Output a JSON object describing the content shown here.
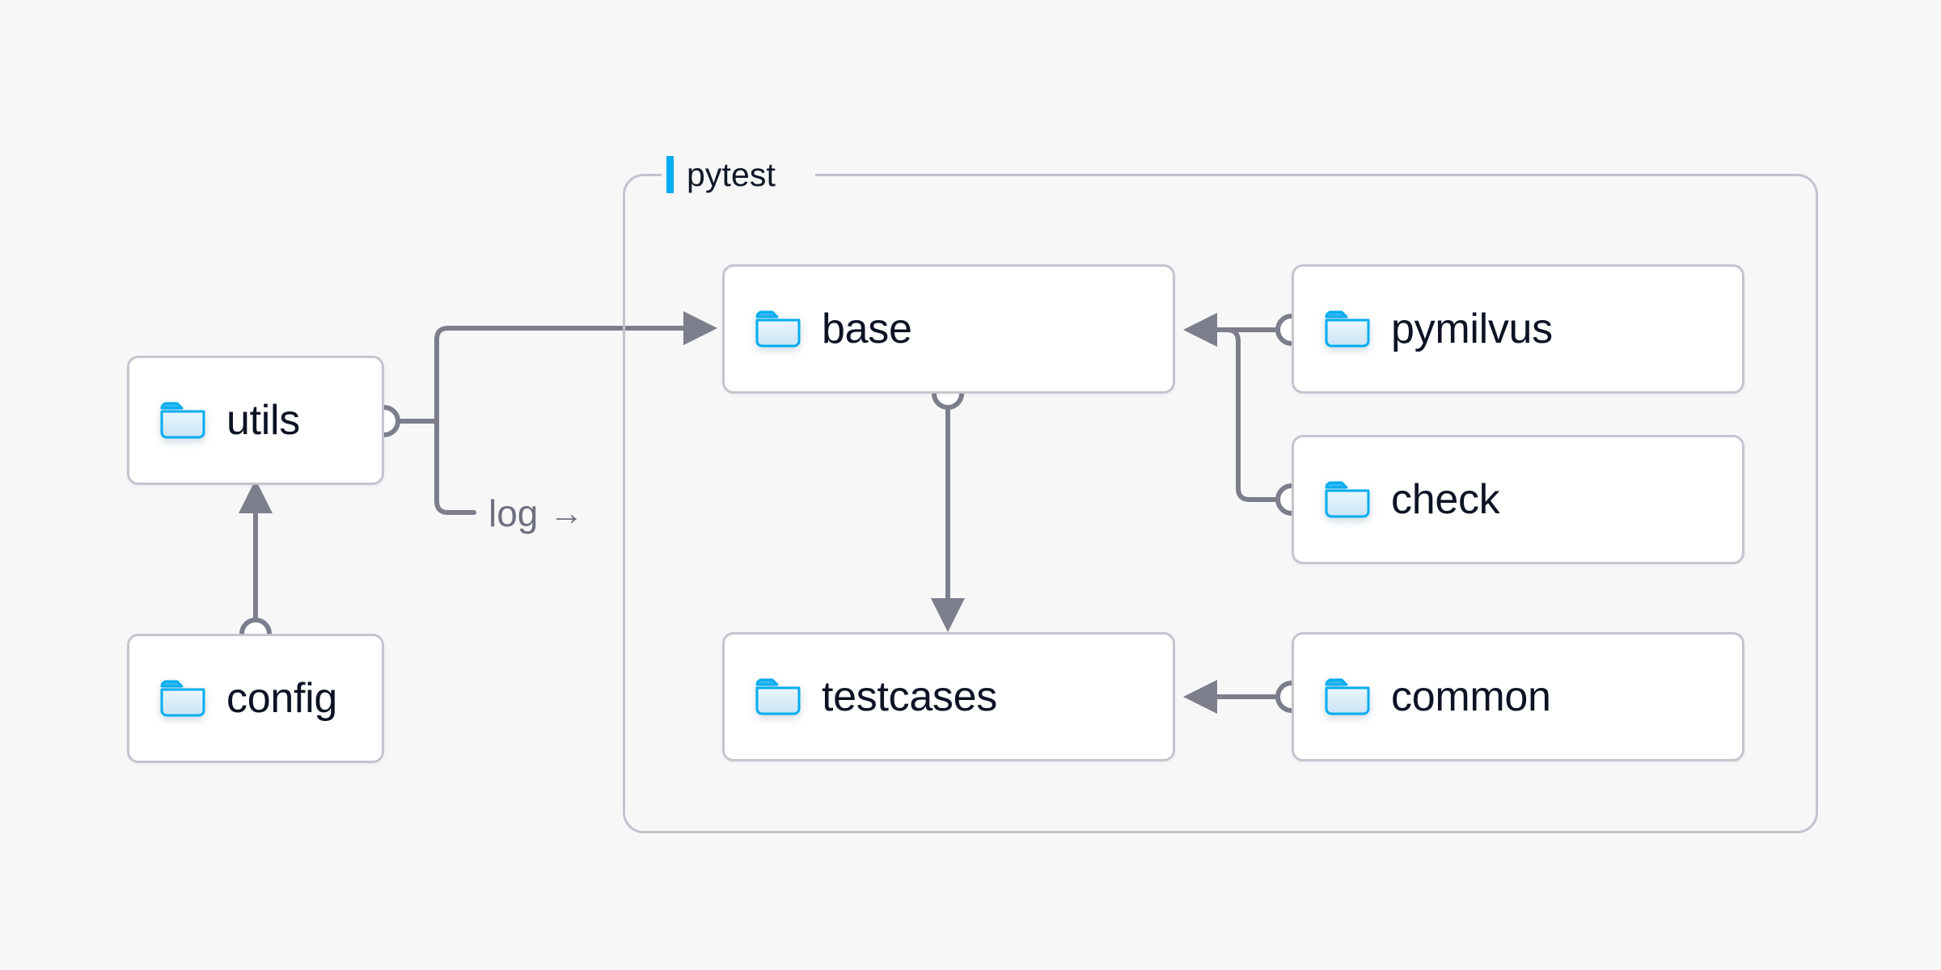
{
  "diagram": {
    "title": "pytest",
    "background_color": "#f7f7f8",
    "accent_color": "#03adef",
    "node_border_color": "#c5c4ce",
    "edge_color": "#7c7e8c",
    "group_border_color": "#c3c2cd",
    "label_color": "#0d1324"
  },
  "group": {
    "label": "pytest",
    "accent_icon": "vertical-accent-bar"
  },
  "nodes": [
    {
      "id": "utils",
      "label": "utils",
      "icon": "folder-icon"
    },
    {
      "id": "config",
      "label": "config",
      "icon": "folder-icon"
    },
    {
      "id": "base",
      "label": "base",
      "icon": "folder-icon"
    },
    {
      "id": "testcases",
      "label": "testcases",
      "icon": "folder-icon"
    },
    {
      "id": "pymilvus",
      "label": "pymilvus",
      "icon": "folder-icon"
    },
    {
      "id": "check",
      "label": "check",
      "icon": "folder-icon"
    },
    {
      "id": "common",
      "label": "common",
      "icon": "folder-icon"
    }
  ],
  "edges": [
    {
      "id": "config-to-utils",
      "from": "config",
      "to": "utils",
      "label": ""
    },
    {
      "id": "utils-to-base",
      "from": "utils",
      "to": "base",
      "label": ""
    },
    {
      "id": "utils-to-pytest",
      "from": "utils",
      "to": "pytest",
      "label": "log",
      "label_arrow": "→"
    },
    {
      "id": "base-to-testcases",
      "from": "base",
      "to": "testcases",
      "label": ""
    },
    {
      "id": "pymilvus-to-base",
      "from": "pymilvus",
      "to": "base",
      "label": ""
    },
    {
      "id": "check-to-base",
      "from": "check",
      "to": "base",
      "label": ""
    },
    {
      "id": "common-to-testcases",
      "from": "common",
      "to": "testcases",
      "label": ""
    }
  ]
}
